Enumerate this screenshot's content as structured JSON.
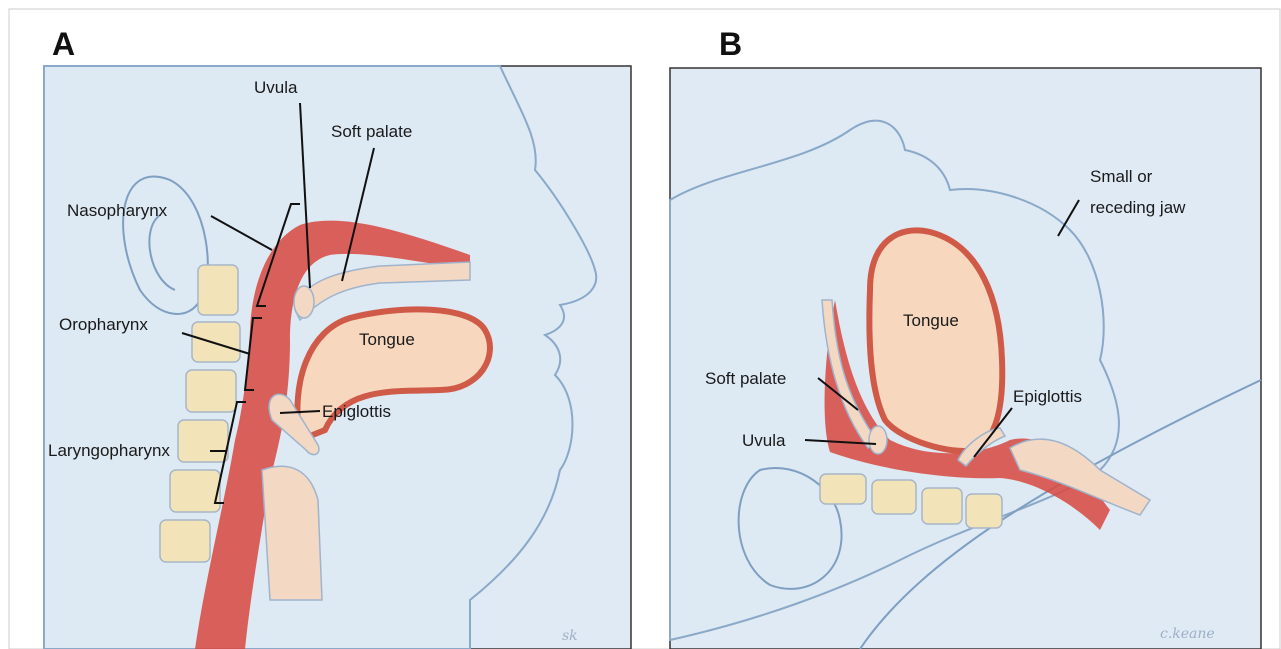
{
  "panels": [
    {
      "letter": "A",
      "labels": {
        "uvula": "Uvula",
        "soft_palate": "Soft palate",
        "nasopharynx": "Nasopharynx",
        "oropharynx": "Oropharynx",
        "tongue": "Tongue",
        "epiglottis": "Epiglottis",
        "laryngopharynx": "Laryngopharynx"
      }
    },
    {
      "letter": "B",
      "labels": {
        "small_jaw_line1": "Small or",
        "small_jaw_line2": "receding jaw",
        "tongue": "Tongue",
        "soft_palate": "Soft palate",
        "epiglottis": "Epiglottis",
        "uvula": "Uvula"
      }
    }
  ],
  "colors": {
    "background": "#dfeaf4",
    "airway": "#d8483e",
    "tongue": "#f7d8bf",
    "outline": "#7f9fc2"
  }
}
